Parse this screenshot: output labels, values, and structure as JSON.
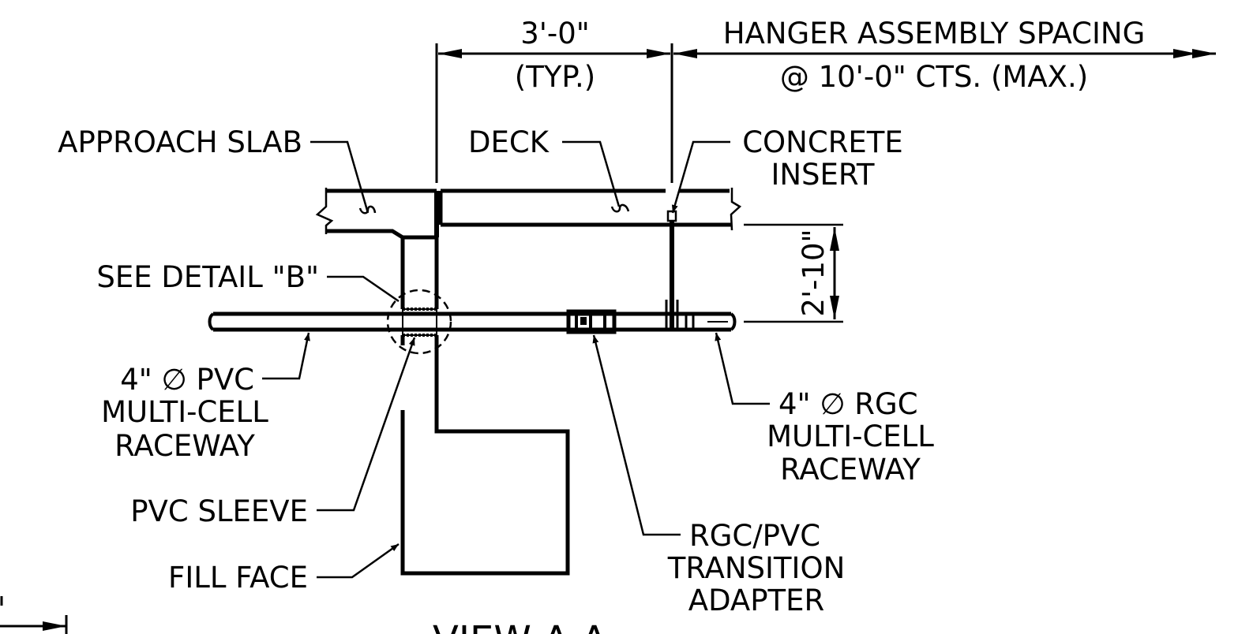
{
  "dimensions": {
    "typ_dim": "3'-0\"",
    "typ_note": "(TYP.)",
    "hanger_spacing_line1": "HANGER ASSEMBLY SPACING",
    "hanger_spacing_line2": "@ 10'-0\" CTS. (MAX.)",
    "vertical_dim": "2'-10\""
  },
  "callouts": {
    "approach_slab": "APPROACH SLAB",
    "deck": "DECK",
    "concrete_insert_line1": "CONCRETE",
    "concrete_insert_line2": "INSERT",
    "see_detail": "SEE DETAIL \"B\"",
    "pvc_raceway_line1": "4\" ∅ PVC",
    "pvc_raceway_line2": "MULTI-CELL",
    "pvc_raceway_line3": "RACEWAY",
    "rgc_raceway_line1": "4\" ∅ RGC",
    "rgc_raceway_line2": "MULTI-CELL",
    "rgc_raceway_line3": "RACEWAY",
    "pvc_sleeve": "PVC SLEEVE",
    "fill_face": "FILL FACE",
    "adapter_line1": "RGC/PVC",
    "adapter_line2": "TRANSITION",
    "adapter_line3": "ADAPTER"
  },
  "view_title": "VIEW A-A"
}
